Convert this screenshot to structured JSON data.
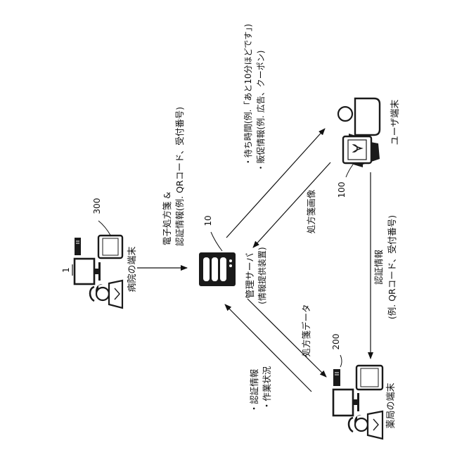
{
  "figure_number": "1",
  "nodes": {
    "hospital": {
      "ref": "300",
      "label": "病院の端末"
    },
    "server": {
      "ref": "10",
      "label": "管理サーバ",
      "sublabel": "(情報提供装置)"
    },
    "user": {
      "ref": "100",
      "label": "ユーザ端末"
    },
    "pharmacy": {
      "ref": "200",
      "label": "薬局の端末"
    }
  },
  "flows": {
    "hospital_to_server": {
      "line1": "電子処方箋 &",
      "line2": "認証情報(例. QRコード、受付番号)"
    },
    "server_to_user": {
      "line1": "・待ち時間(例.「あと10分ほどです」)",
      "line2": "・販促情報(例. 広告、クーポン)"
    },
    "user_to_server": {
      "line1": "処方箋画像"
    },
    "server_to_pharmacy": {
      "line1": "処方箋データ"
    },
    "pharmacy_to_server": {
      "line1": "・認証情報",
      "line2": "・作業状況"
    },
    "user_to_pharmacy": {
      "line1": "認証情報",
      "line2": "(例. QRコード、受付番号)"
    }
  }
}
